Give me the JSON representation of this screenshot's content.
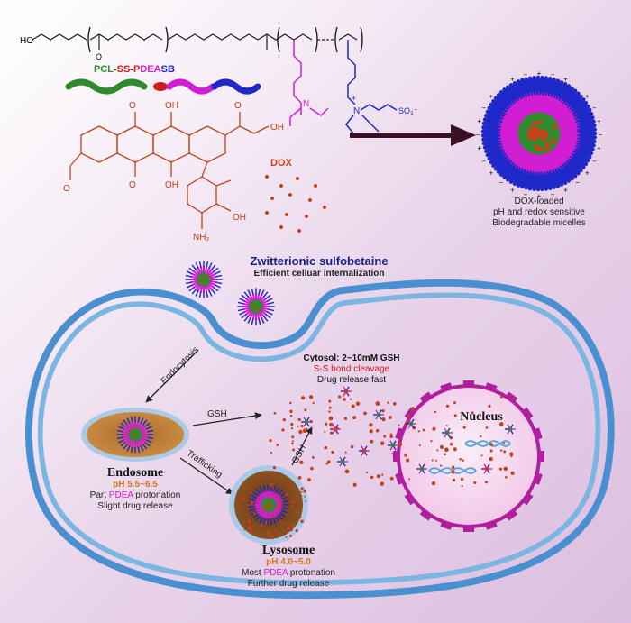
{
  "polymer": {
    "end_group": "HO",
    "name_pcl": "PCL",
    "name_ss": "SS",
    "name_p": "P",
    "name_dea": "DEA",
    "name_sb": "SB",
    "dash": "-",
    "charge_plus": "+",
    "sulfonate": "SO₃⁻",
    "ketone_o": "O",
    "n_atom": "N"
  },
  "dox": {
    "label": "DOX",
    "oh1": "OH",
    "oh2": "OH",
    "oh3": "OH",
    "oh4": "OH",
    "o1": "O",
    "o2": "O",
    "o3": "O",
    "o4": "O",
    "nh2": "NH₂"
  },
  "micelle_caption": {
    "line1": "DOX-loaded",
    "line2": "pH and redox sensitive",
    "line3": "Biodegradable micelles"
  },
  "zwitterion": {
    "title": "Zwitterionic sulfobetaine",
    "subtitle": "Efficient celluar internalization"
  },
  "cytosol": {
    "line1": "Cytosol: 2~10mM GSH",
    "line2": "S-S bond cleavage",
    "line3": "Drug release fast"
  },
  "arrows": {
    "endocytosis": "Endocytosis",
    "gsh1": "GSH",
    "gsh2": "GSH",
    "trafficking": "Trafficking"
  },
  "endosome": {
    "title": "Endosome",
    "ph": "pH 5.5~6.5",
    "line1_pre": "Part ",
    "line1_hl": "PDEA",
    "line1_post": " protonation",
    "line2": "Slight drug release"
  },
  "lysosome": {
    "title": "Lysosome",
    "ph": "pH 4.0~5.0",
    "line1_pre": "Most ",
    "line1_hl": "PDEA",
    "line1_post": " protonation",
    "line2": "Further drug release"
  },
  "nucleus": {
    "label": "Nucleus"
  },
  "colors": {
    "dox_red": "#c8401a",
    "magenta": "#d21ed2",
    "blue": "#1e28c8",
    "green": "#2e8b2e",
    "membrane_blue": "#4a8fcf",
    "membrane_fill": "#bcd9f0",
    "orange": "#d4761c",
    "nucleus_purple": "#b0209e"
  }
}
